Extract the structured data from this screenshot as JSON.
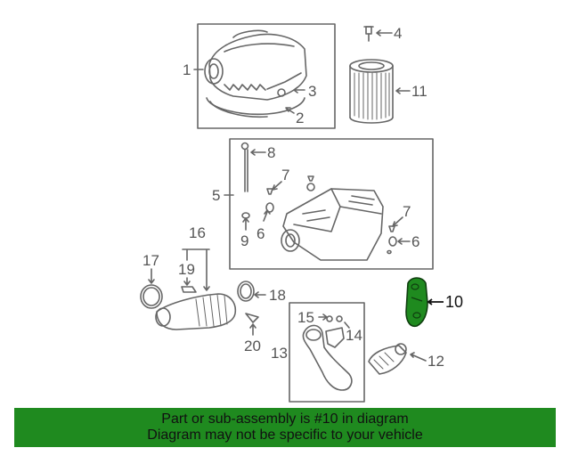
{
  "callouts": {
    "c1": "1",
    "c2": "2",
    "c3": "3",
    "c4": "4",
    "c5": "5",
    "c6a": "6",
    "c6b": "6",
    "c7a": "7",
    "c7b": "7",
    "c8": "8",
    "c9": "9",
    "c10": "10",
    "c11": "11",
    "c12": "12",
    "c13": "13",
    "c14": "14",
    "c15": "15",
    "c16": "16",
    "c17": "17",
    "c18": "18",
    "c19": "19",
    "c20": "20"
  },
  "highlight": {
    "part": "10",
    "color": "#1f8a1f"
  },
  "banner": {
    "line1": "Part or sub-assembly is #10 in diagram",
    "line2": "Diagram may not be specific to your vehicle",
    "background": "#1f8a1f"
  }
}
